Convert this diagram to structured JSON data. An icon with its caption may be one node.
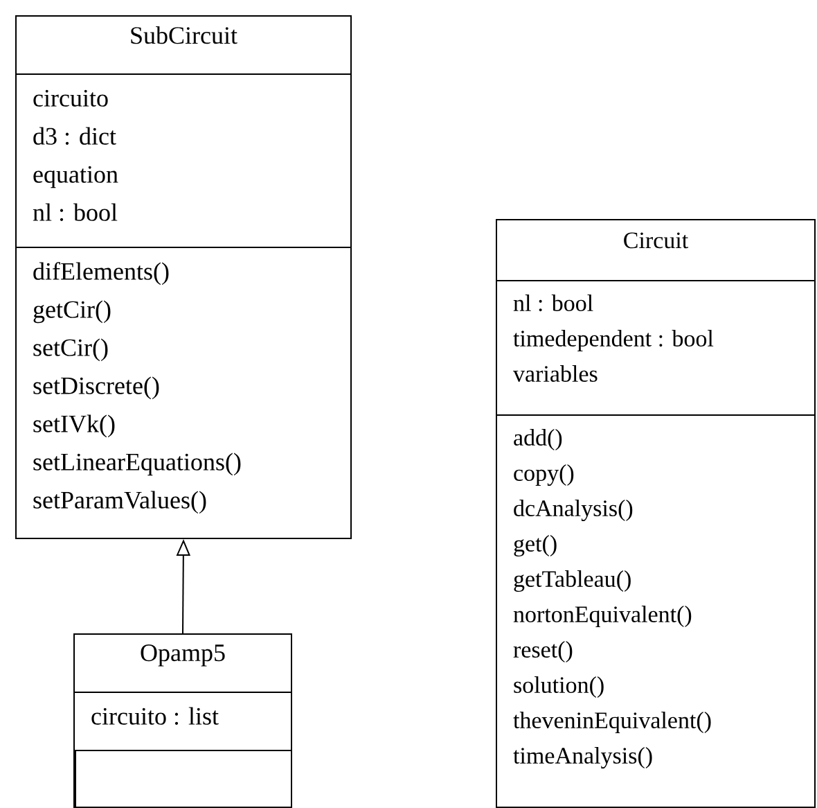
{
  "diagram": {
    "nodes": [
      {
        "text": [
          "SubCircuit"
        ]
      },
      {
        "text": [
          "circuito",
          "d3 : dict",
          "equation",
          "nl : bool"
        ],
        "in": 0
      },
      {
        "text": [
          "difElements()",
          "getCir()",
          "setCir()",
          "setDiscrete()",
          "setIVk()",
          "setLinearEquations()",
          "setParamValues()"
        ],
        "in": 0
      },
      {
        "text": [
          "Opamp5"
        ]
      },
      {
        "text": [
          "circuito : list"
        ],
        "in": 3
      },
      {
        "text": [],
        "shape": "box",
        "in": 3
      },
      {
        "text": [
          "Circuit"
        ]
      },
      {
        "text": [
          "nl : bool",
          "timedependent : bool",
          "variables"
        ],
        "in": 6
      },
      {
        "text": [
          "add()",
          "copy()",
          "dcAnalysis()",
          "get()",
          "getTableau()",
          "nortonEquivalent()",
          "reset()",
          "solution()",
          "theveninEquivalent()",
          "timeAnalysis()"
        ],
        "in": 6
      }
    ],
    "edges": [
      {
        "from": 3,
        "to": 0,
        "arrow": "to"
      }
    ]
  }
}
